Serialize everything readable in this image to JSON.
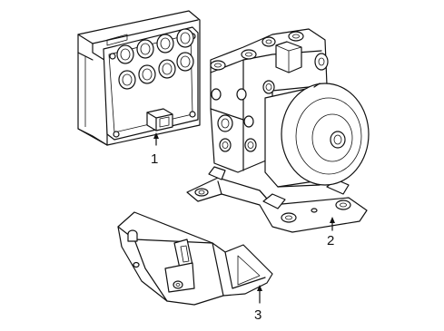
{
  "diagram": {
    "callouts": [
      {
        "id": "1",
        "label": "1"
      },
      {
        "id": "2",
        "label": "2"
      },
      {
        "id": "3",
        "label": "3"
      }
    ],
    "parts": [
      {
        "id": "electronic-module",
        "callout": "1"
      },
      {
        "id": "abs-modulator-assembly",
        "callout": "2"
      },
      {
        "id": "mounting-bracket",
        "callout": "3"
      }
    ],
    "colors": {
      "line": "#111111",
      "background": "#ffffff"
    }
  }
}
